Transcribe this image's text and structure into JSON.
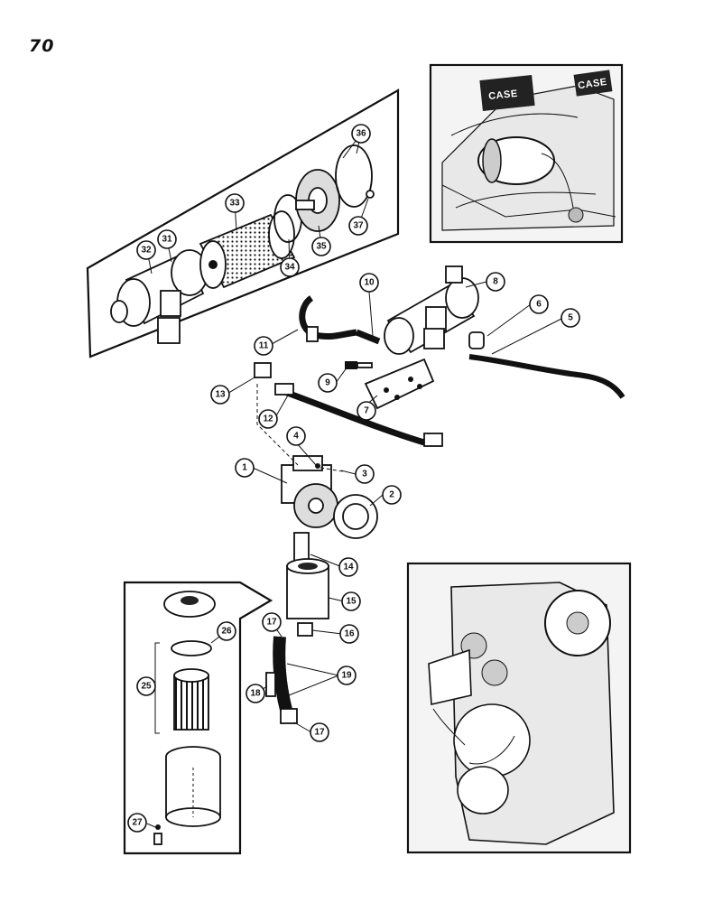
{
  "page": {
    "number": "70"
  },
  "photo_top_right": {
    "badges": [
      "CASE",
      "CASE"
    ]
  },
  "callouts": {
    "c1": "1",
    "c2": "2",
    "c3": "3",
    "c4": "4",
    "c5": "5",
    "c6": "6",
    "c7": "7",
    "c8": "8",
    "c9": "9",
    "c10": "10",
    "c11": "11",
    "c12": "12",
    "c13": "13",
    "c14": "14",
    "c15": "15",
    "c16": "16",
    "c17a": "17",
    "c17b": "17",
    "c18": "18",
    "c19": "19",
    "c25": "25",
    "c26": "26",
    "c27": "27",
    "c31": "31",
    "c32": "32",
    "c33": "33",
    "c34": "34",
    "c35": "35",
    "c36": "36",
    "c37": "37"
  },
  "colors": {
    "ink": "#111111",
    "paper": "#ffffff",
    "shade": "#555555"
  }
}
